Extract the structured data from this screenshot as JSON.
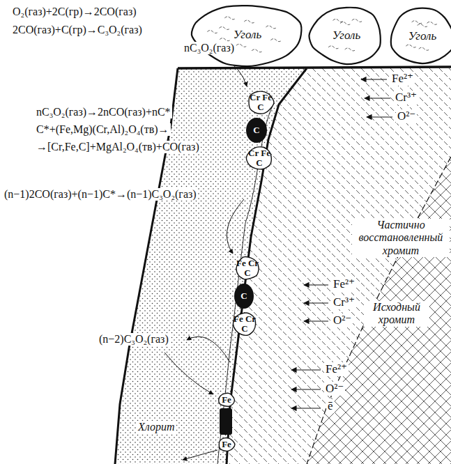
{
  "diagram": {
    "nodes": [
      {
        "text": [
          "Уголь"
        ]
      },
      {
        "text": [
          "Уголь"
        ]
      },
      {
        "text": [
          "Уголь"
        ]
      },
      {
        "text": [
          "Cr Fe C"
        ]
      },
      {
        "text": [
          "C"
        ]
      },
      {
        "text": [
          "Cr Fe C"
        ]
      },
      {
        "text": [
          "Fe Cr C"
        ]
      },
      {
        "text": [
          "C"
        ]
      },
      {
        "text": [
          "Fe Cr C"
        ]
      },
      {
        "text": [
          "Fe"
        ]
      },
      {
        "text": [
          "Fe"
        ]
      }
    ],
    "labels": [
      "O₂(газ)+2C(гр)→2CO(газ)",
      "2CO(газ)+C(гр)→C₃O₂(газ)",
      "nC₃O₂(газ)",
      "nC₃O₂(газ)→2nCO(газ)+nC*",
      "C*+(Fe,Mg)(Cr,Al)₂O₄(тв)→",
      "→[Cr,Fe,C]+MgAl₂O₄(тв)+CO(газ)",
      "(n−1)2CO(газ)+(n−1)C*→(n−1)C₃O₂(газ)",
      "(n−2)C₃O₂(газ)",
      "Fe²⁺",
      "Cr³⁺",
      "O²⁻",
      "Частично восстановленный хромит",
      "Fe²⁺",
      "Cr³⁺",
      "O²⁻",
      "Исходный хромит",
      "Fe²⁺",
      "O²⁻",
      "ē",
      "Хлорит"
    ]
  }
}
